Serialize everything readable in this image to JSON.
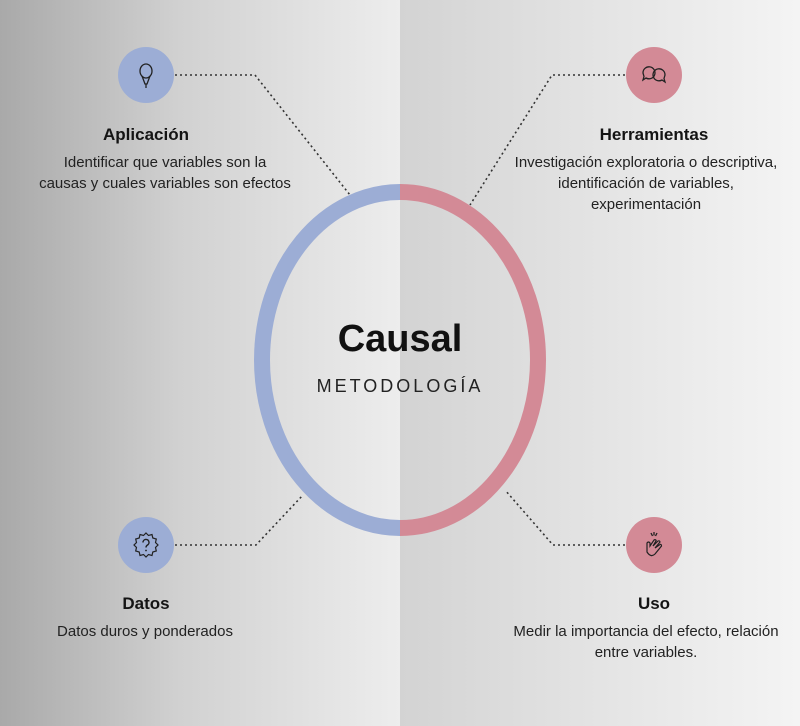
{
  "center": {
    "title": "Causal",
    "subtitle": "METODOLOGÍA"
  },
  "colors": {
    "blue": "#9cadd5",
    "pink": "#d38a96"
  },
  "nodes": {
    "aplicacion": {
      "title": "Aplicación",
      "desc_1": "Identificar que variables son la",
      "desc_2": "causas y cuales variables son efectos",
      "icon": "microphone-icon"
    },
    "herramientas": {
      "title": "Herramientas",
      "desc_1": "Investigación exploratoria o descriptiva,",
      "desc_2": "identificación de variables,",
      "desc_3": "experimentación",
      "icon": "chat-bubbles-icon"
    },
    "datos": {
      "title": "Datos",
      "desc_1": "Datos duros y ponderados",
      "icon": "question-badge-icon"
    },
    "uso": {
      "title": "Uso",
      "desc_1": "Medir la importancia del efecto, relación",
      "desc_2": "entre variables.",
      "icon": "clapping-hands-icon"
    }
  }
}
